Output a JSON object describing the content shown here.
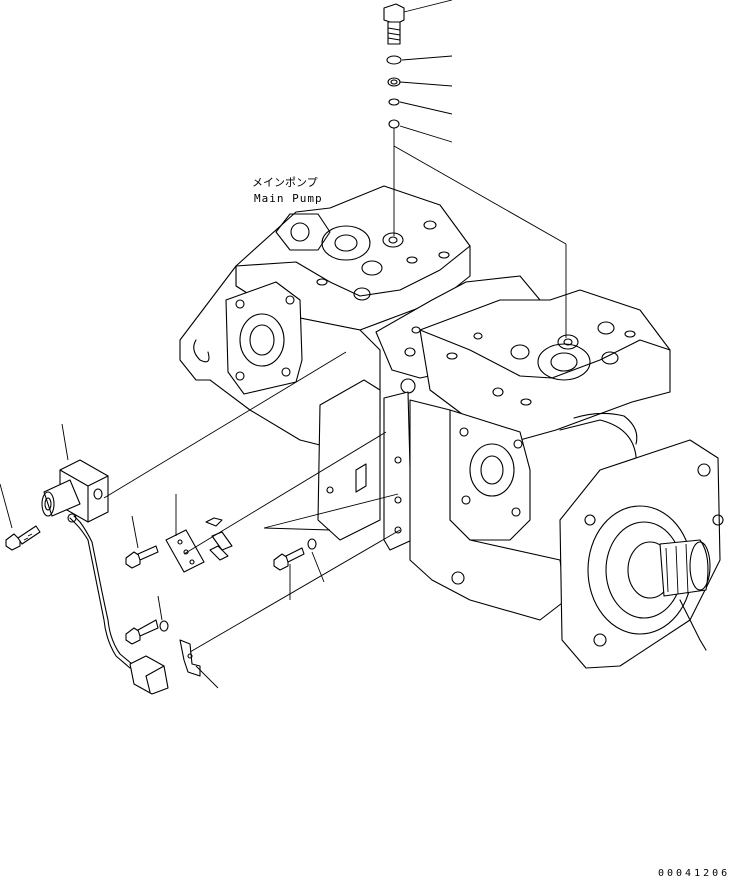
{
  "diagram": {
    "pump_label_jp": "メインポンプ",
    "pump_label_en": "Main Pump",
    "document_number": "00041206"
  }
}
